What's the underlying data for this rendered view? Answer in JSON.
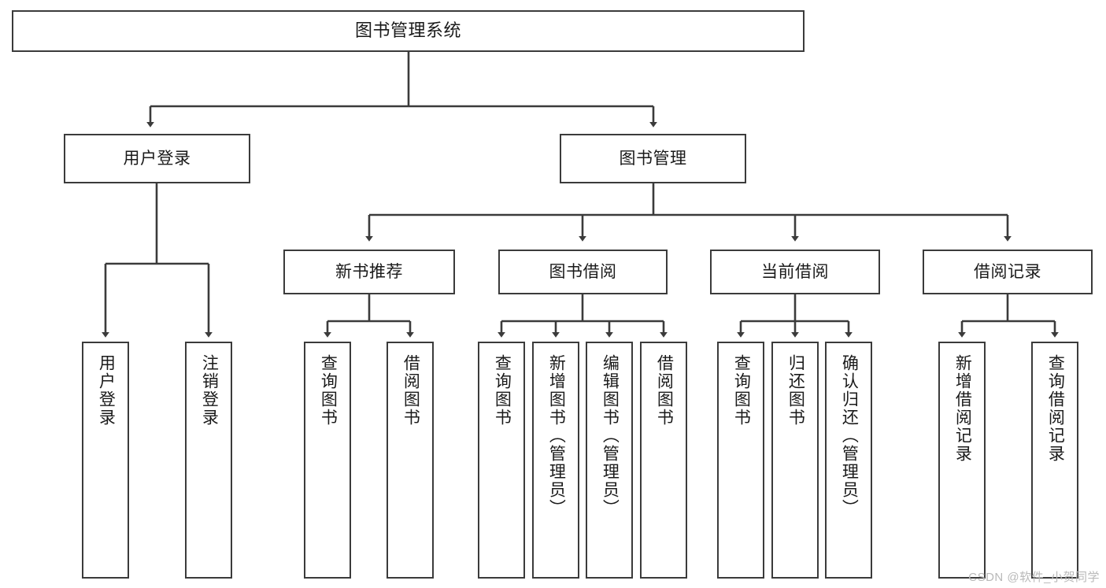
{
  "diagram": {
    "type": "tree-hierarchy-chart",
    "title": "图书管理系统",
    "colors": {
      "box_border": "#3b3b3b",
      "box_fill": "#ffffff",
      "edge": "#3b3b3b",
      "text": "#1a1a1a",
      "watermark": "#b9b9b9",
      "background": "#ffffff"
    },
    "root": {
      "label": "图书管理系统"
    },
    "level2": [
      {
        "id": "user-login",
        "label": "用户登录"
      },
      {
        "id": "book-manage",
        "label": "图书管理"
      }
    ],
    "level3": [
      {
        "id": "new-book-rec",
        "label": "新书推荐"
      },
      {
        "id": "book-borrow",
        "label": "图书借阅"
      },
      {
        "id": "current-borrow",
        "label": "当前借阅"
      },
      {
        "id": "borrow-record",
        "label": "借阅记录"
      }
    ],
    "leaves": {
      "user_login": [
        {
          "id": "leaf-user-login",
          "label": "用户登录"
        },
        {
          "id": "leaf-logout",
          "label": "注销登录"
        }
      ],
      "new_book_rec": [
        {
          "id": "leaf-query-book-1",
          "label": "查询图书"
        },
        {
          "id": "leaf-borrow-book-1",
          "label": "借阅图书"
        }
      ],
      "book_borrow": [
        {
          "id": "leaf-query-book-2",
          "label": "查询图书"
        },
        {
          "id": "leaf-add-book",
          "label": "新增图书（管理员）"
        },
        {
          "id": "leaf-edit-book",
          "label": "编辑图书（管理员）"
        },
        {
          "id": "leaf-borrow-book-2",
          "label": "借阅图书"
        }
      ],
      "current_borrow": [
        {
          "id": "leaf-query-book-3",
          "label": "查询图书"
        },
        {
          "id": "leaf-return-book",
          "label": "归还图书"
        },
        {
          "id": "leaf-confirm-return",
          "label": "确认归还（管理员）"
        }
      ],
      "borrow_record": [
        {
          "id": "leaf-add-record",
          "label": "新增借阅记录"
        },
        {
          "id": "leaf-query-record",
          "label": "查询借阅记录"
        }
      ]
    },
    "watermark": "CSDN @软件_小贺同学"
  }
}
